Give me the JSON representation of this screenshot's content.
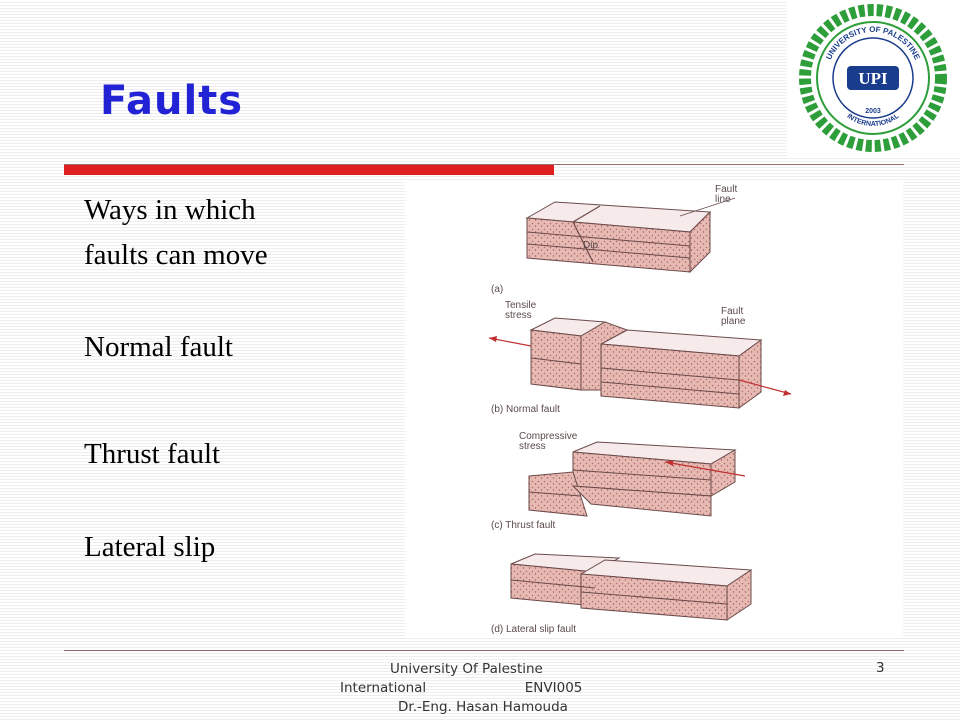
{
  "slide": {
    "title": "Faults",
    "body_lines": [
      "Ways in which",
      "faults can move",
      "Normal fault",
      "Thrust fault",
      "Lateral slip"
    ]
  },
  "logo": {
    "name": "university-of-palestine-logo",
    "text_center": "UPI",
    "text_ring_top": "UNIVERSITY OF PALESTINE",
    "text_ring_bottom": "INTERNATIONAL",
    "year": "2003",
    "colors": {
      "wreath": "#2e9e3a",
      "center": "#1a3c8c"
    }
  },
  "figure": {
    "labels": {
      "fault_line": "Fault\nline",
      "dip": "Dip",
      "a": "(a)",
      "tensile": "Tensile\nstress",
      "fault_plane": "Fault\nplane",
      "b": "(b)  Normal fault",
      "compressive": "Compressive\nstress",
      "c": "(c)  Thrust fault",
      "d": "(d)  Lateral slip fault"
    }
  },
  "footer": {
    "line1": "University Of Palestine",
    "line2_left": "International",
    "line2_right": "ENVI005",
    "line3": "Dr.-Eng. Hasan Hamouda",
    "page": "3"
  },
  "colors": {
    "title": "#2323d6",
    "accent_red": "#e02020",
    "rule": "#9c6b6b"
  }
}
